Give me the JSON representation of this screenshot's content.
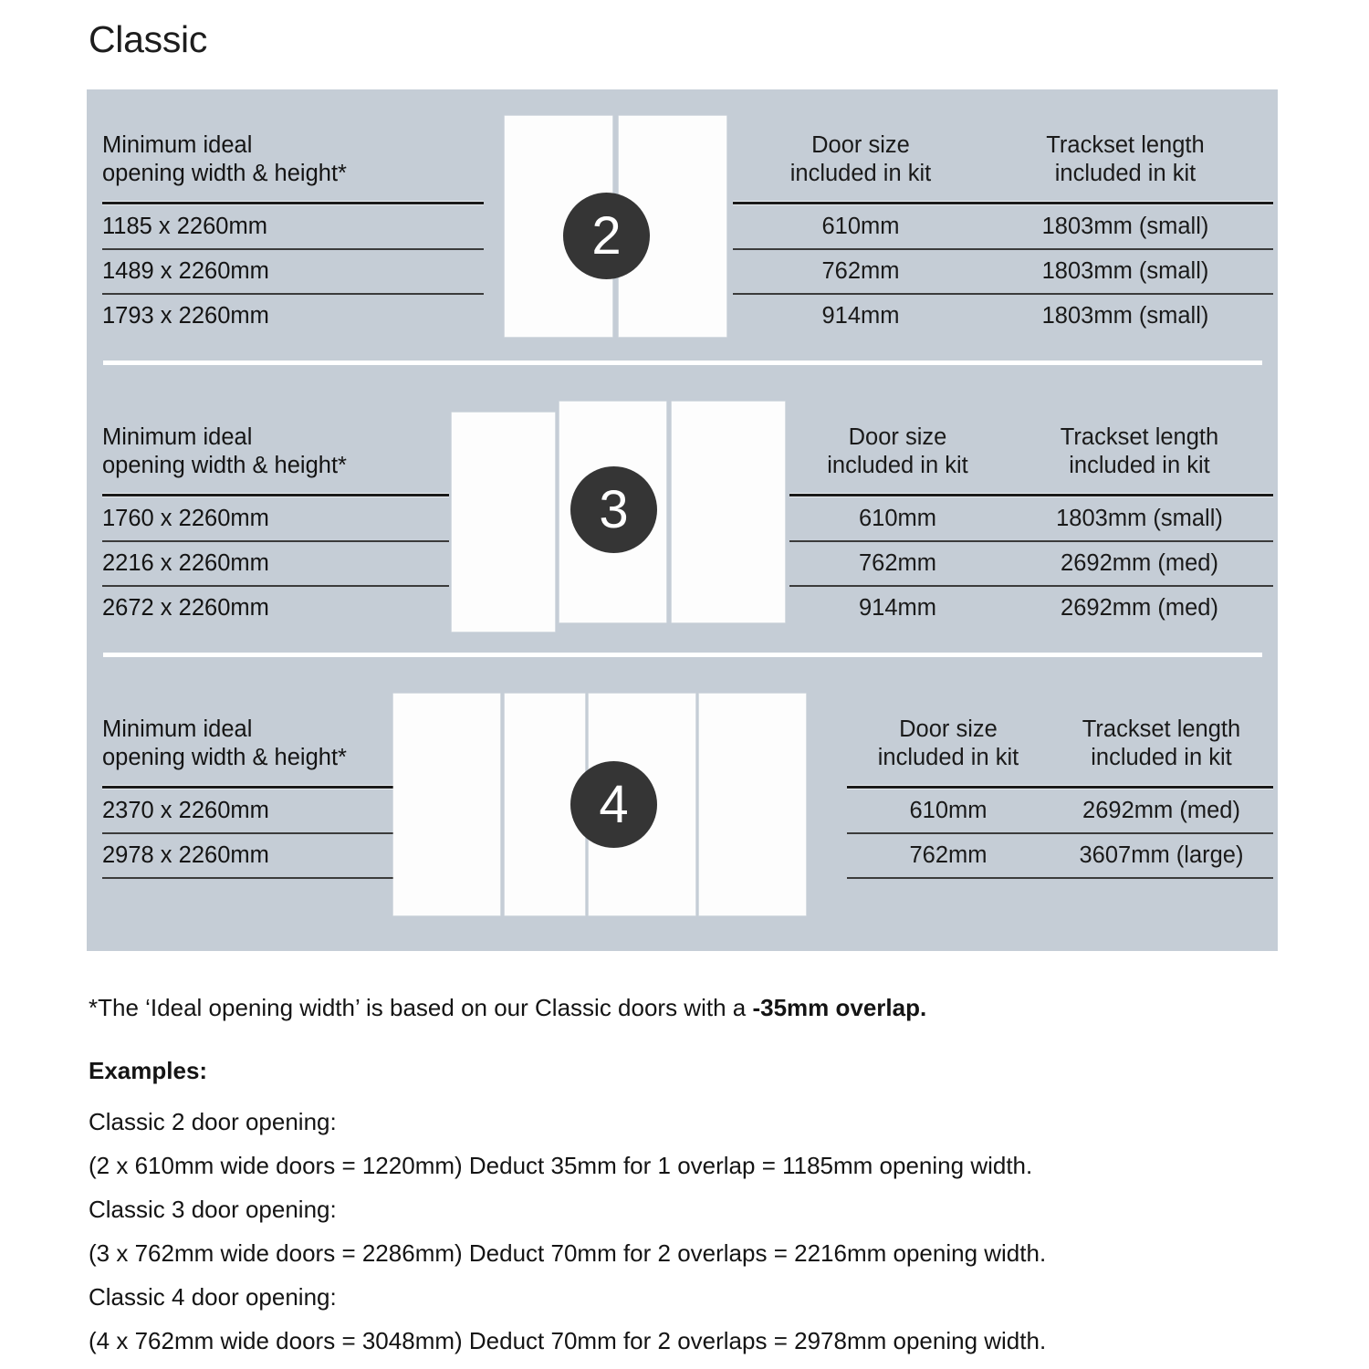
{
  "title": "Classic",
  "headers": {
    "opening": "Minimum ideal\nopening width & height*",
    "door_size": "Door size\nincluded in kit",
    "trackset": "Trackset length\nincluded in kit"
  },
  "colors": {
    "panel_bg": "#c5cdd6",
    "badge_bg": "#353535",
    "door_fill": "#fdfdfd",
    "rule": "#1a1a1a",
    "text": "#141414"
  },
  "sections": [
    {
      "badge": "2",
      "door_count": 2,
      "header_opening": "Minimum ideal\nopening width & height*",
      "header_door_size": "Door size\nincluded in kit",
      "header_trackset": "Trackset length\nincluded in kit",
      "rows": [
        {
          "opening": "1185 x 2260mm",
          "door_size": "610mm",
          "trackset": "1803mm (small)"
        },
        {
          "opening": "1489 x 2260mm",
          "door_size": "762mm",
          "trackset": "1803mm (small)"
        },
        {
          "opening": "1793 x 2260mm",
          "door_size": "914mm",
          "trackset": "1803mm (small)"
        }
      ]
    },
    {
      "badge": "3",
      "door_count": 3,
      "header_opening": "Minimum ideal\nopening width & height*",
      "header_door_size": "Door size\nincluded in kit",
      "header_trackset": "Trackset length\nincluded in kit",
      "rows": [
        {
          "opening": "1760 x 2260mm",
          "door_size": "610mm",
          "trackset": "1803mm (small)"
        },
        {
          "opening": "2216 x 2260mm",
          "door_size": "762mm",
          "trackset": "2692mm (med)"
        },
        {
          "opening": "2672 x 2260mm",
          "door_size": "914mm",
          "trackset": "2692mm (med)"
        }
      ]
    },
    {
      "badge": "4",
      "door_count": 4,
      "header_opening": "Minimum ideal\nopening width & height*",
      "header_door_size": "Door size\nincluded in kit",
      "header_trackset": "Trackset length\nincluded in kit",
      "rows": [
        {
          "opening": "2370 x 2260mm",
          "door_size": "610mm",
          "trackset": "2692mm (med)"
        },
        {
          "opening": "2978 x 2260mm",
          "door_size": "762mm",
          "trackset": "3607mm (large)"
        }
      ]
    }
  ],
  "footnote": {
    "normal": "*The ‘Ideal opening width’ is based on our Classic doors with a ",
    "bold": "-35mm overlap."
  },
  "examples": {
    "title": "Examples:",
    "lines": [
      "Classic 2 door opening:",
      "(2 x 610mm wide doors = 1220mm)  Deduct 35mm for 1 overlap = 1185mm opening width.",
      "Classic 3 door opening:",
      "(3 x 762mm wide doors = 2286mm)  Deduct 70mm for 2 overlaps = 2216mm opening width.",
      "Classic 4 door opening:",
      "(4 x 762mm wide doors = 3048mm)  Deduct 70mm for 2 overlaps = 2978mm opening width."
    ]
  },
  "chart_data": {
    "type": "table",
    "title": "Classic",
    "columns": [
      "Minimum ideal opening width & height*",
      "Door size included in kit",
      "Trackset length included in kit"
    ],
    "groups": [
      {
        "doors": 2,
        "rows": [
          [
            "1185 x 2260mm",
            "610mm",
            "1803mm (small)"
          ],
          [
            "1489 x 2260mm",
            "762mm",
            "1803mm (small)"
          ],
          [
            "1793 x 2260mm",
            "914mm",
            "1803mm (small)"
          ]
        ]
      },
      {
        "doors": 3,
        "rows": [
          [
            "1760 x 2260mm",
            "610mm",
            "1803mm (small)"
          ],
          [
            "2216 x 2260mm",
            "762mm",
            "2692mm (med)"
          ],
          [
            "2672 x 2260mm",
            "914mm",
            "2692mm (med)"
          ]
        ]
      },
      {
        "doors": 4,
        "rows": [
          [
            "2370 x 2260mm",
            "610mm",
            "2692mm (med)"
          ],
          [
            "2978 x 2260mm",
            "762mm",
            "3607mm (large)"
          ]
        ]
      }
    ]
  }
}
